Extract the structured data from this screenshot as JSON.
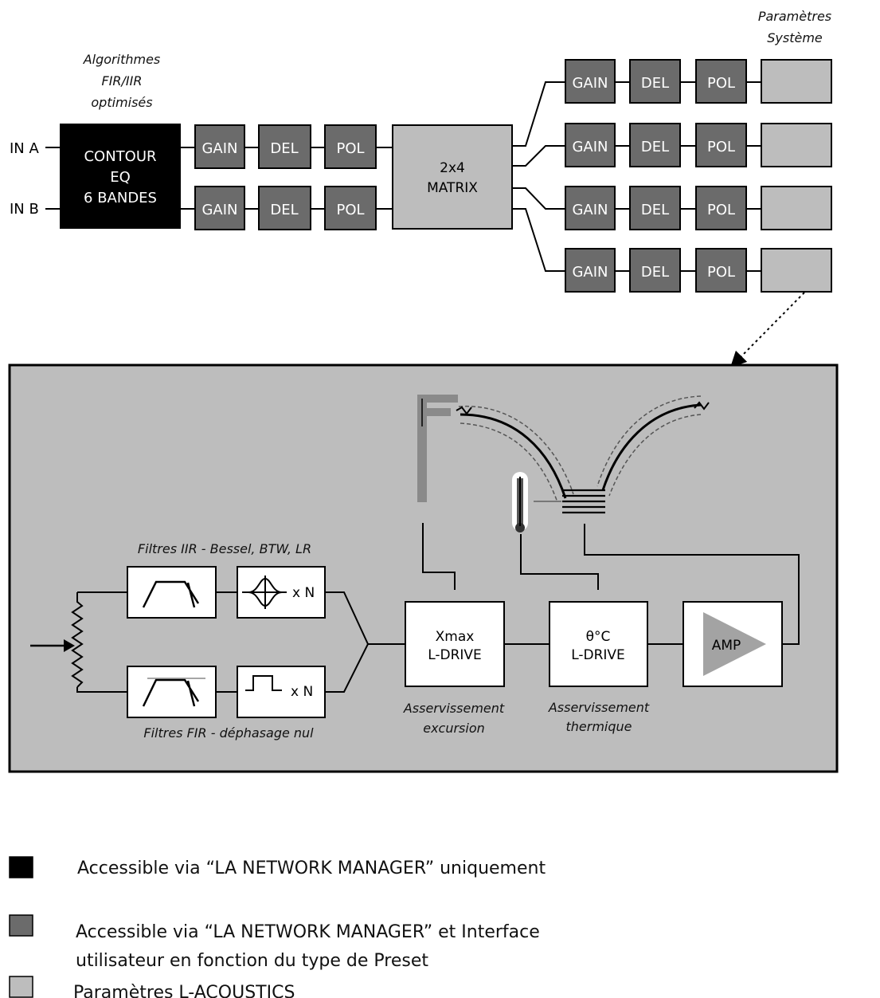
{
  "labels": {
    "algo": [
      "Algorithmes",
      "FIR/IIR",
      "optimisés"
    ],
    "params_sys": [
      "Paramètres",
      "Système"
    ],
    "in_a": "IN A",
    "in_b": "IN B",
    "contour": [
      "CONTOUR",
      "EQ",
      "6 BANDES"
    ],
    "gain": "GAIN",
    "del": "DEL",
    "pol": "POL",
    "matrix": [
      "2x4",
      "MATRIX"
    ],
    "iir_title": "Filtres IIR - Bessel, BTW, LR",
    "fir_title": "Filtres FIR -  déphasage nul",
    "xn": "x N",
    "xmax": [
      "Xmax",
      "L-DRIVE"
    ],
    "theta": [
      "θ°C",
      "L-DRIVE"
    ],
    "amp": "AMP",
    "asserv_exc": [
      "Asservissement",
      "excursion"
    ],
    "asserv_therm": [
      "Asservissement",
      "thermique"
    ]
  },
  "legend": [
    {
      "color": "#000000",
      "lines": [
        "Accessible via “LA NETWORK MANAGER” uniquement"
      ]
    },
    {
      "color": "#6b6b6b",
      "lines": [
        "Accessible via “LA NETWORK MANAGER” et Interface",
        "utilisateur en fonction du type de Preset"
      ]
    },
    {
      "color": "#bdbdbd",
      "lines": [
        "Paramètres L-ACOUSTICS"
      ]
    }
  ]
}
